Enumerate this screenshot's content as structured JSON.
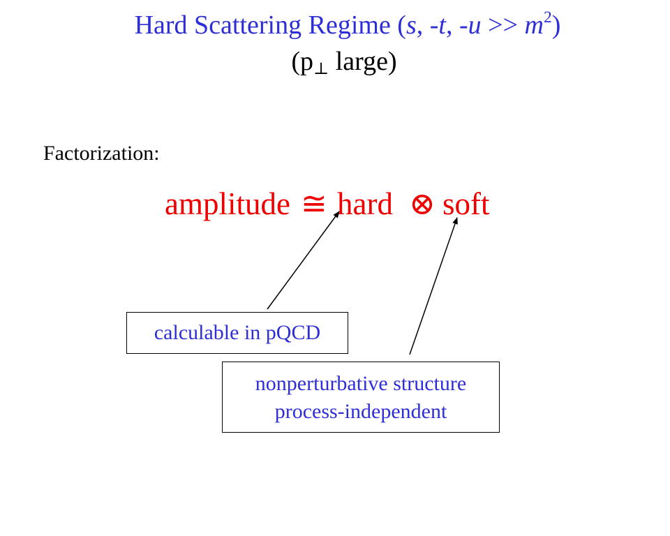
{
  "title": {
    "main": "Hard Scattering Regime (",
    "s": "s",
    "comma1": ", ",
    "t": "-t",
    "comma2": ", ",
    "u": "-u",
    "gg": " >> ",
    "m": "m",
    "exp": "2",
    "close": ")",
    "line2_open": "(p",
    "perp": "⊥",
    "line2_rest": " large)"
  },
  "factorization_label": "Factorization:",
  "formula": {
    "amplitude": "amplitude",
    "relation": "≅",
    "hard": "hard",
    "otimes": "⊗",
    "soft": "soft"
  },
  "boxes": {
    "hard_note": "calculable in pQCD",
    "soft_note_line1": "nonperturbative structure",
    "soft_note_line2": "process-independent"
  },
  "colors": {
    "title": "#2e2ed6",
    "formula": "#ee0000",
    "box_text": "#2e2ed6"
  }
}
